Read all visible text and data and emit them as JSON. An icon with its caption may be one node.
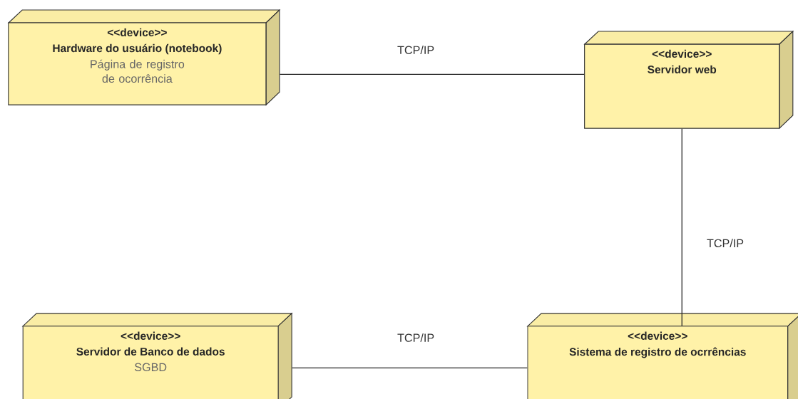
{
  "diagram": {
    "nodes": [
      {
        "text": [
          "<<device>>",
          "Hardware do usuário (notebook)",
          "Página de registro de ocorrência"
        ]
      },
      {
        "text": [
          "<<device>>",
          "Servidor web"
        ]
      },
      {
        "text": [
          "<<device>>",
          "Servidor de Banco de dados",
          "SGBD"
        ]
      },
      {
        "text": [
          "<<device>>",
          "Sistema de registro de ocrrências"
        ]
      }
    ],
    "edges": [
      {
        "from": 0,
        "to": 1,
        "arrow": "none",
        "label": "TCP/IP"
      },
      {
        "from": 1,
        "to": 3,
        "arrow": "none",
        "label": "TCP/IP"
      },
      {
        "from": 2,
        "to": 3,
        "arrow": "none",
        "label": "TCP/IP"
      }
    ]
  }
}
